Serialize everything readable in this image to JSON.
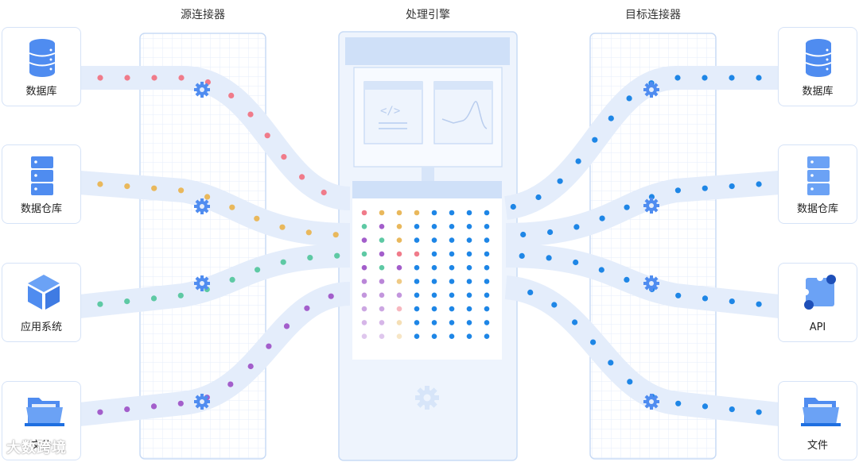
{
  "titles": {
    "source": "源连接器",
    "engine": "处理引擎",
    "target": "目标连接器"
  },
  "sources": [
    {
      "label": "数据库",
      "icon": "database-icon"
    },
    {
      "label": "数据仓库",
      "icon": "data-warehouse-icon"
    },
    {
      "label": "应用系统",
      "icon": "application-cube-icon"
    },
    {
      "label": "文件",
      "icon": "folder-icon"
    }
  ],
  "targets": [
    {
      "label": "数据库",
      "icon": "database-icon"
    },
    {
      "label": "数据仓库",
      "icon": "data-warehouse-icon"
    },
    {
      "label": "API",
      "icon": "api-puzzle-icon"
    },
    {
      "label": "文件",
      "icon": "folder-icon"
    }
  ],
  "watermark": "大数跨境",
  "colors": {
    "red": "#f07b8a",
    "yellow": "#e9b85c",
    "green": "#5ec9a4",
    "purple": "#a35ecb",
    "blue": "#1e86e6",
    "band": "#e4edfb",
    "panel_border": "#c9dbf5",
    "icon_blue": "#4f8cf0"
  }
}
